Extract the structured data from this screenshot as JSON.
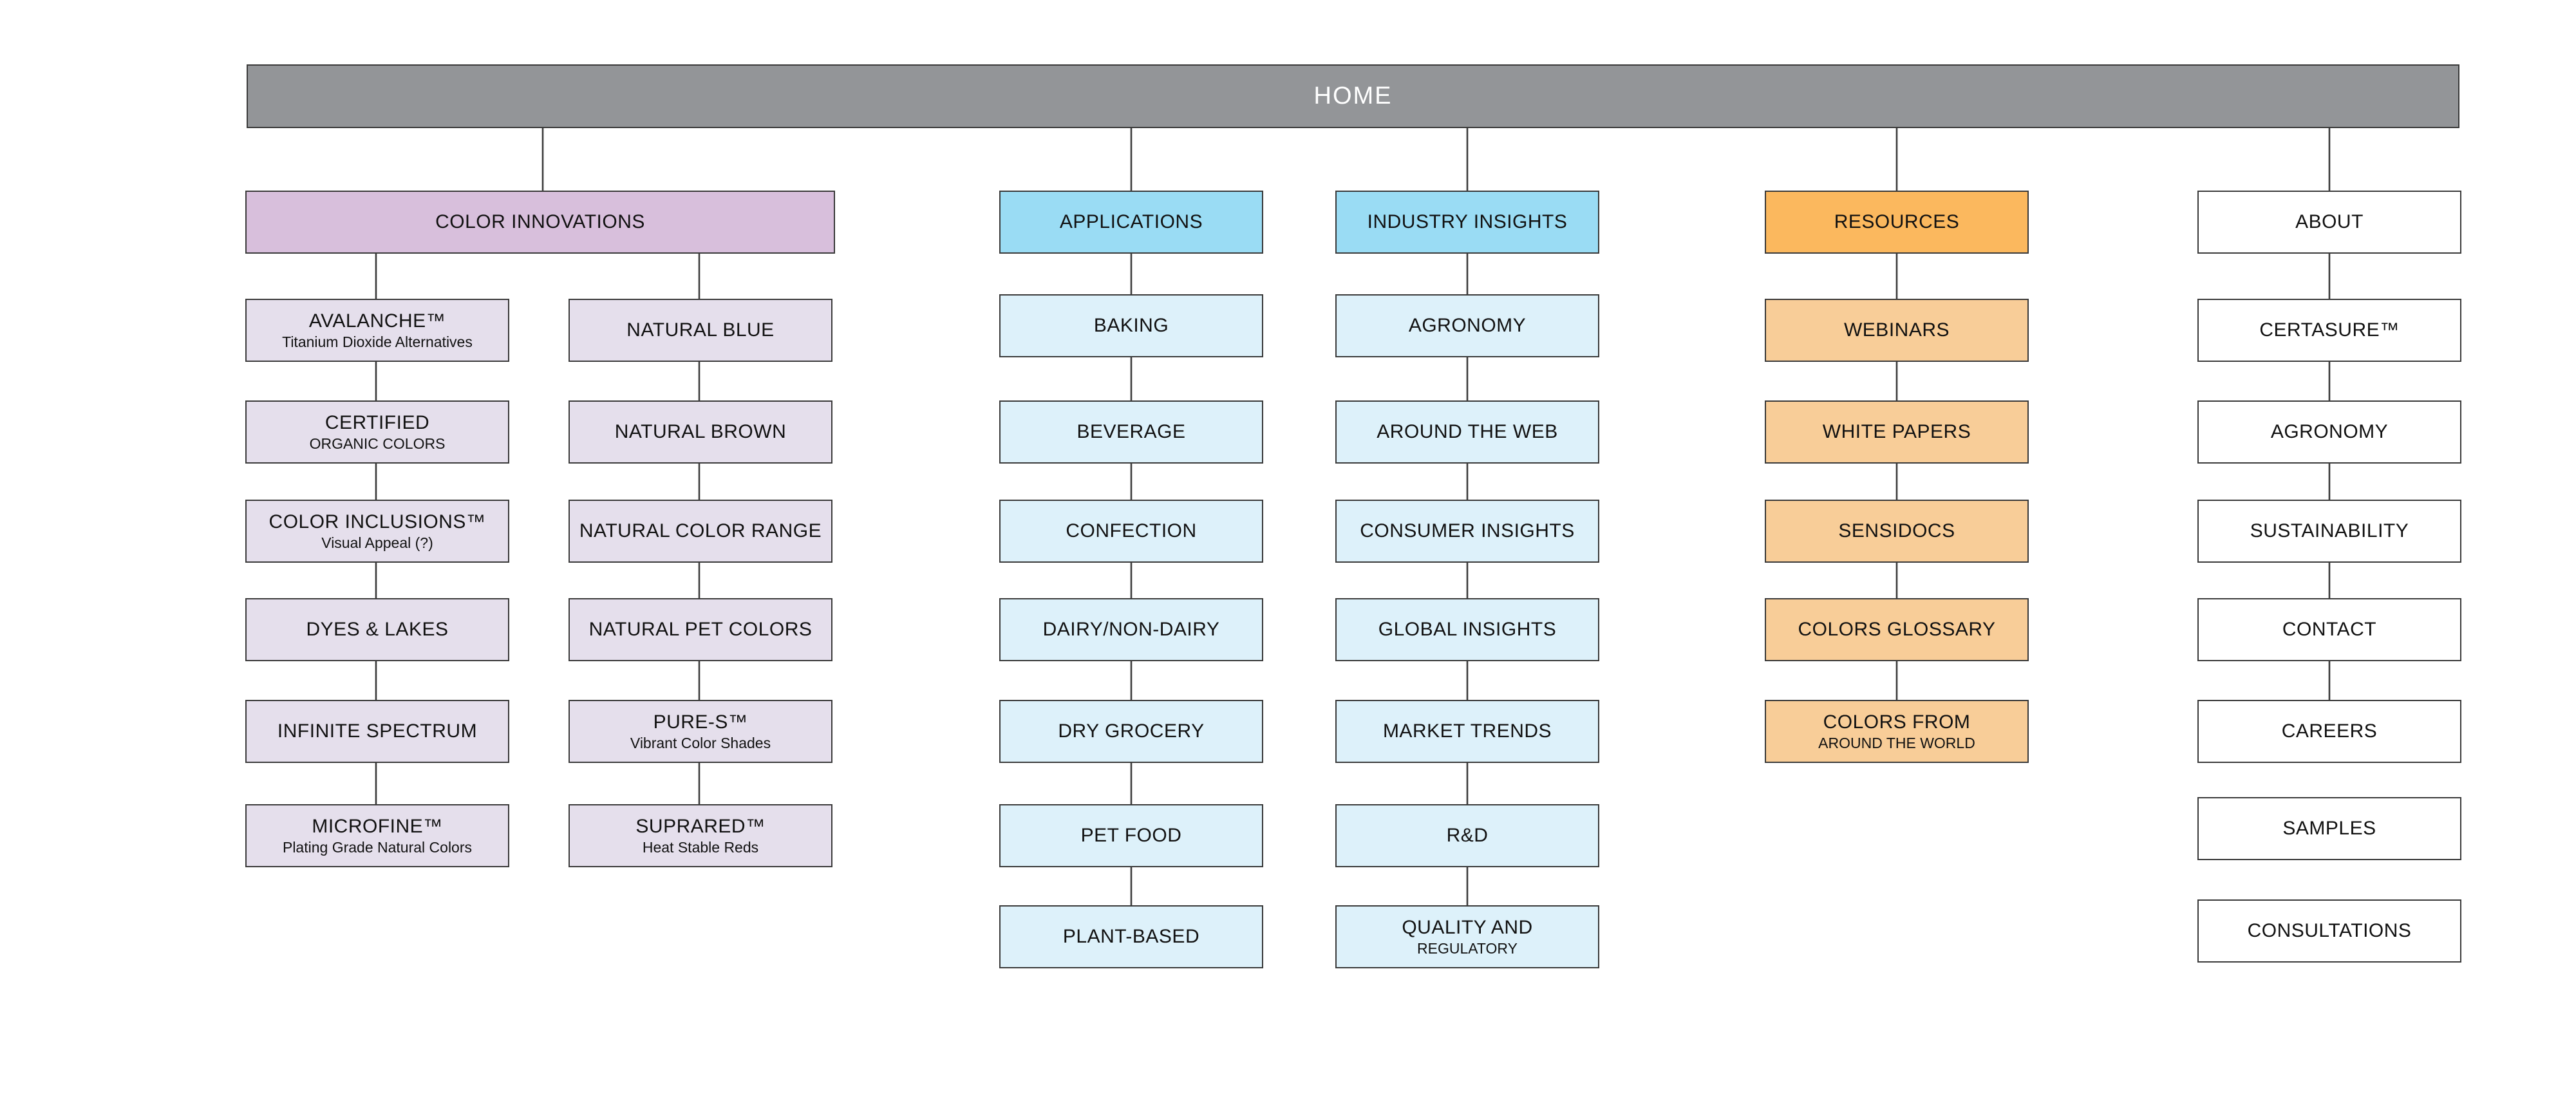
{
  "home": {
    "label": "HOME"
  },
  "colors": {
    "home": "#939598",
    "color_innovations_header": "#d8bfdc",
    "color_innovations_item": "#e5dfec",
    "applications_header": "#9adcf4",
    "applications_item": "#ddf1fa",
    "industry_insights_header": "#9adcf4",
    "industry_insights_item": "#ddf1fa",
    "resources_header": "#fbb85e",
    "resources_item": "#f8cd98",
    "about_header": "#ffffff",
    "about_item": "#ffffff"
  },
  "color_innovations": {
    "label": "COLOR INNOVATIONS",
    "left_items": [
      {
        "label": "AVALANCHE™",
        "sub": "Titanium Dioxide Alternatives"
      },
      {
        "label": "CERTIFIED",
        "sub": "ORGANIC COLORS"
      },
      {
        "label": "COLOR INCLUSIONS™",
        "sub": "Visual Appeal (?)"
      },
      {
        "label": "DYES & LAKES",
        "sub": ""
      },
      {
        "label": "INFINITE SPECTRUM",
        "sub": ""
      },
      {
        "label": "MICROFINE™",
        "sub": "Plating Grade Natural Colors"
      }
    ],
    "right_items": [
      {
        "label": "NATURAL BLUE",
        "sub": ""
      },
      {
        "label": "NATURAL BROWN",
        "sub": ""
      },
      {
        "label": "NATURAL COLOR RANGE",
        "sub": ""
      },
      {
        "label": "NATURAL PET COLORS",
        "sub": ""
      },
      {
        "label": "PURE-S™",
        "sub": "Vibrant Color Shades"
      },
      {
        "label": "SUPRARED™",
        "sub": "Heat Stable Reds"
      }
    ]
  },
  "applications": {
    "label": "APPLICATIONS",
    "items": [
      {
        "label": "BAKING",
        "sub": ""
      },
      {
        "label": "BEVERAGE",
        "sub": ""
      },
      {
        "label": "CONFECTION",
        "sub": ""
      },
      {
        "label": "DAIRY/NON-DAIRY",
        "sub": ""
      },
      {
        "label": "DRY GROCERY",
        "sub": ""
      },
      {
        "label": "PET FOOD",
        "sub": ""
      },
      {
        "label": "PLANT-BASED",
        "sub": ""
      }
    ]
  },
  "industry_insights": {
    "label": "INDUSTRY INSIGHTS",
    "items": [
      {
        "label": "AGRONOMY",
        "sub": ""
      },
      {
        "label": "AROUND THE WEB",
        "sub": ""
      },
      {
        "label": "CONSUMER INSIGHTS",
        "sub": ""
      },
      {
        "label": "GLOBAL INSIGHTS",
        "sub": ""
      },
      {
        "label": "MARKET TRENDS",
        "sub": ""
      },
      {
        "label": "R&D",
        "sub": ""
      },
      {
        "label": "QUALITY AND",
        "sub": "REGULATORY"
      }
    ]
  },
  "resources": {
    "label": "RESOURCES",
    "items": [
      {
        "label": "WEBINARS",
        "sub": ""
      },
      {
        "label": "WHITE PAPERS",
        "sub": ""
      },
      {
        "label": "SENSIDOCS",
        "sub": ""
      },
      {
        "label": "COLORS GLOSSARY",
        "sub": ""
      },
      {
        "label": "COLORS FROM",
        "sub": "AROUND THE WORLD"
      }
    ]
  },
  "about": {
    "label": "ABOUT",
    "items": [
      {
        "label": "CERTASURE™",
        "sub": ""
      },
      {
        "label": "AGRONOMY",
        "sub": ""
      },
      {
        "label": "SUSTAINABILITY",
        "sub": ""
      },
      {
        "label": "CONTACT",
        "sub": ""
      },
      {
        "label": "CAREERS",
        "sub": ""
      },
      {
        "label": "SAMPLES",
        "sub": ""
      },
      {
        "label": "CONSULTATIONS",
        "sub": ""
      }
    ]
  }
}
